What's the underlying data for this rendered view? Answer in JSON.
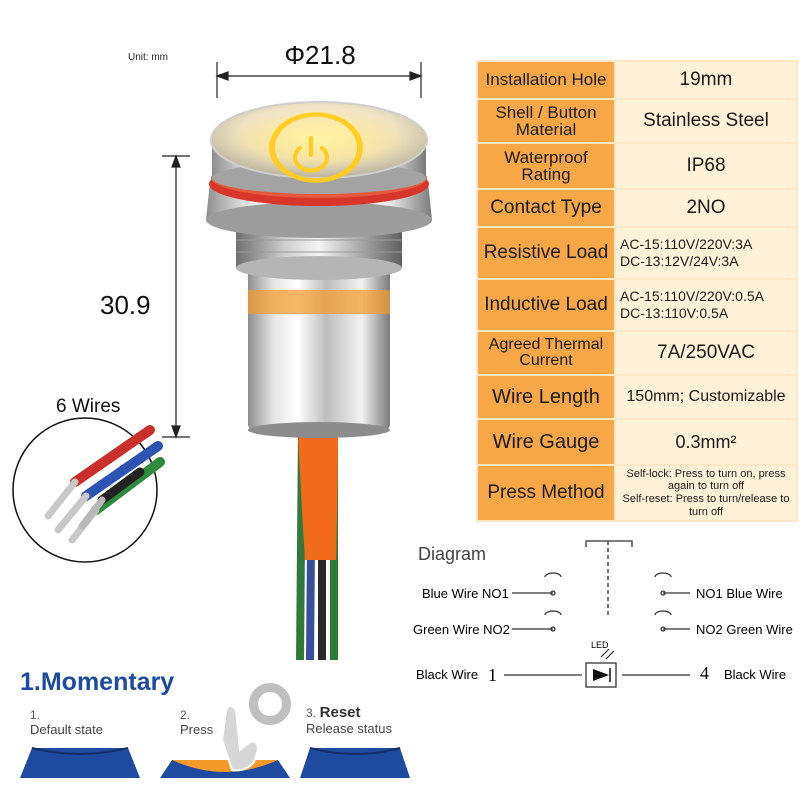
{
  "unit": "Unit: mm",
  "dimensions": {
    "width": "Φ21.8",
    "height": "30.9"
  },
  "wires_title": "6 Wires",
  "specs": [
    {
      "label": "Installation Hole",
      "value": "19mm"
    },
    {
      "label": "Shell / Button Material",
      "value": "Stainless Steel"
    },
    {
      "label": "Waterproof Rating",
      "value": "IP68"
    },
    {
      "label": "Contact Type",
      "value": "2NO"
    },
    {
      "label": "Resistive Load",
      "value_lines": [
        "AC-15:110V/220V:3A",
        "DC-13:12V/24V:3A"
      ]
    },
    {
      "label": "Inductive Load",
      "value_lines": [
        "AC-15:110V/220V:0.5A",
        "DC-13:110V:0.5A"
      ]
    },
    {
      "label": "Agreed Thermal Current",
      "value": "7A/250VAC"
    },
    {
      "label": "Wire Length",
      "value": "150mm; Customizable"
    },
    {
      "label": "Wire Gauge",
      "value": "0.3mm²"
    },
    {
      "label": "Press Method",
      "value_lines": [
        "Self-lock: Press to turn on, press again to turn off",
        "Self-reset: Press to turn/release to turn off"
      ]
    }
  ],
  "diagram": {
    "title": "Diagram",
    "blue_left": "Blue Wire NO1",
    "blue_right": "NO1 Blue Wire",
    "green_left": "Green Wire NO2",
    "green_right": "NO2 Green Wire",
    "black_left": "Black Wire",
    "black_right": "Black Wire",
    "pin_left": "1",
    "pin_right": "4",
    "led": "LED"
  },
  "momentary": {
    "title": "1.Momentary",
    "steps": [
      {
        "num": "1.",
        "label": "Default state"
      },
      {
        "num": "2.",
        "label": "Press"
      },
      {
        "num": "3.",
        "bold": "Reset",
        "label": "Release status"
      }
    ]
  },
  "colors": {
    "key_bg": "#f7a746",
    "value_bg": "#fff2d9",
    "momentary_blue": "#1e4aa0",
    "led_glow": "#ffd84a",
    "wire_orange": "#f26b1d"
  }
}
